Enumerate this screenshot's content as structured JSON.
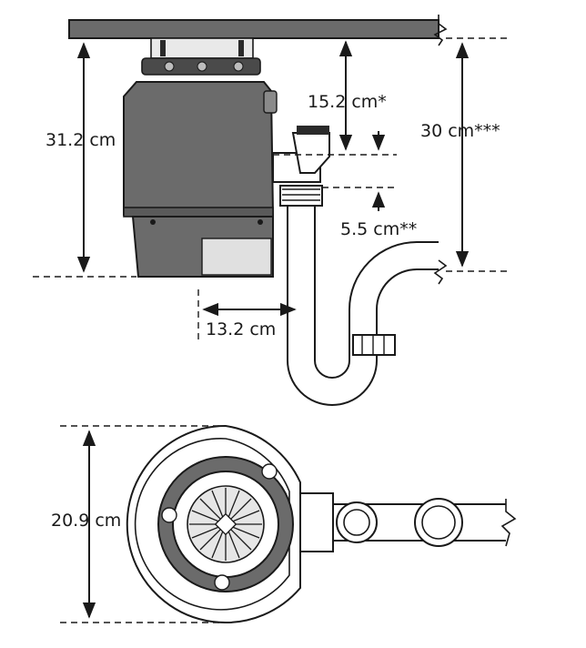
{
  "diagram": {
    "dimensions": {
      "unit_height": "31.2 cm",
      "inlet_drop": "15.2 cm*",
      "outlet_to_trap": "30 cm***",
      "outlet_height": "5.5 cm**",
      "outlet_offset": "13.2 cm",
      "unit_diameter": "20.9 cm"
    },
    "colors": {
      "unit_body": "#6b6b6b",
      "unit_dark": "#2a2a2a",
      "line": "#1a1a1a",
      "background": "#ffffff"
    }
  }
}
